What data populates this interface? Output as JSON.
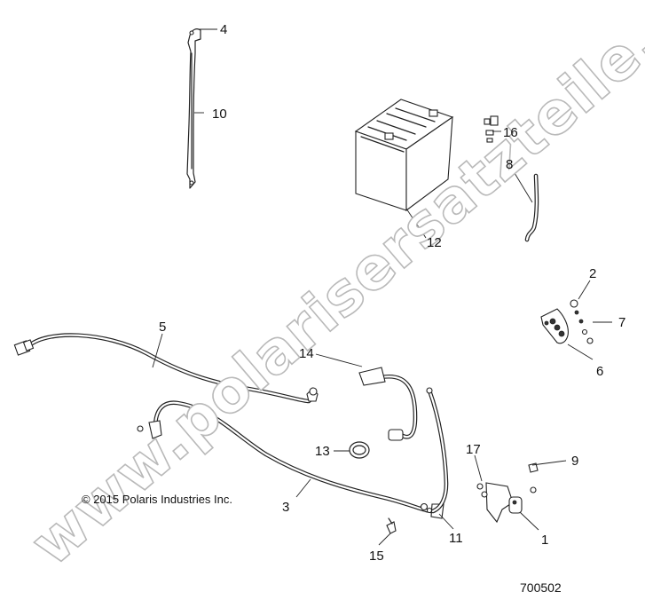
{
  "diagram": {
    "copyright": "© 2015 Polaris Industries Inc.",
    "part_number": "700502",
    "watermark": "www.polarisersatzteile.de",
    "callouts": {
      "c1": "1",
      "c2": "2",
      "c3": "3",
      "c4": "4",
      "c5": "5",
      "c6": "6",
      "c7": "7",
      "c8": "8",
      "c9": "9",
      "c10": "10",
      "c11": "11",
      "c12": "12",
      "c13": "13",
      "c14": "14",
      "c15": "15",
      "c16": "16",
      "c17": "17"
    }
  }
}
